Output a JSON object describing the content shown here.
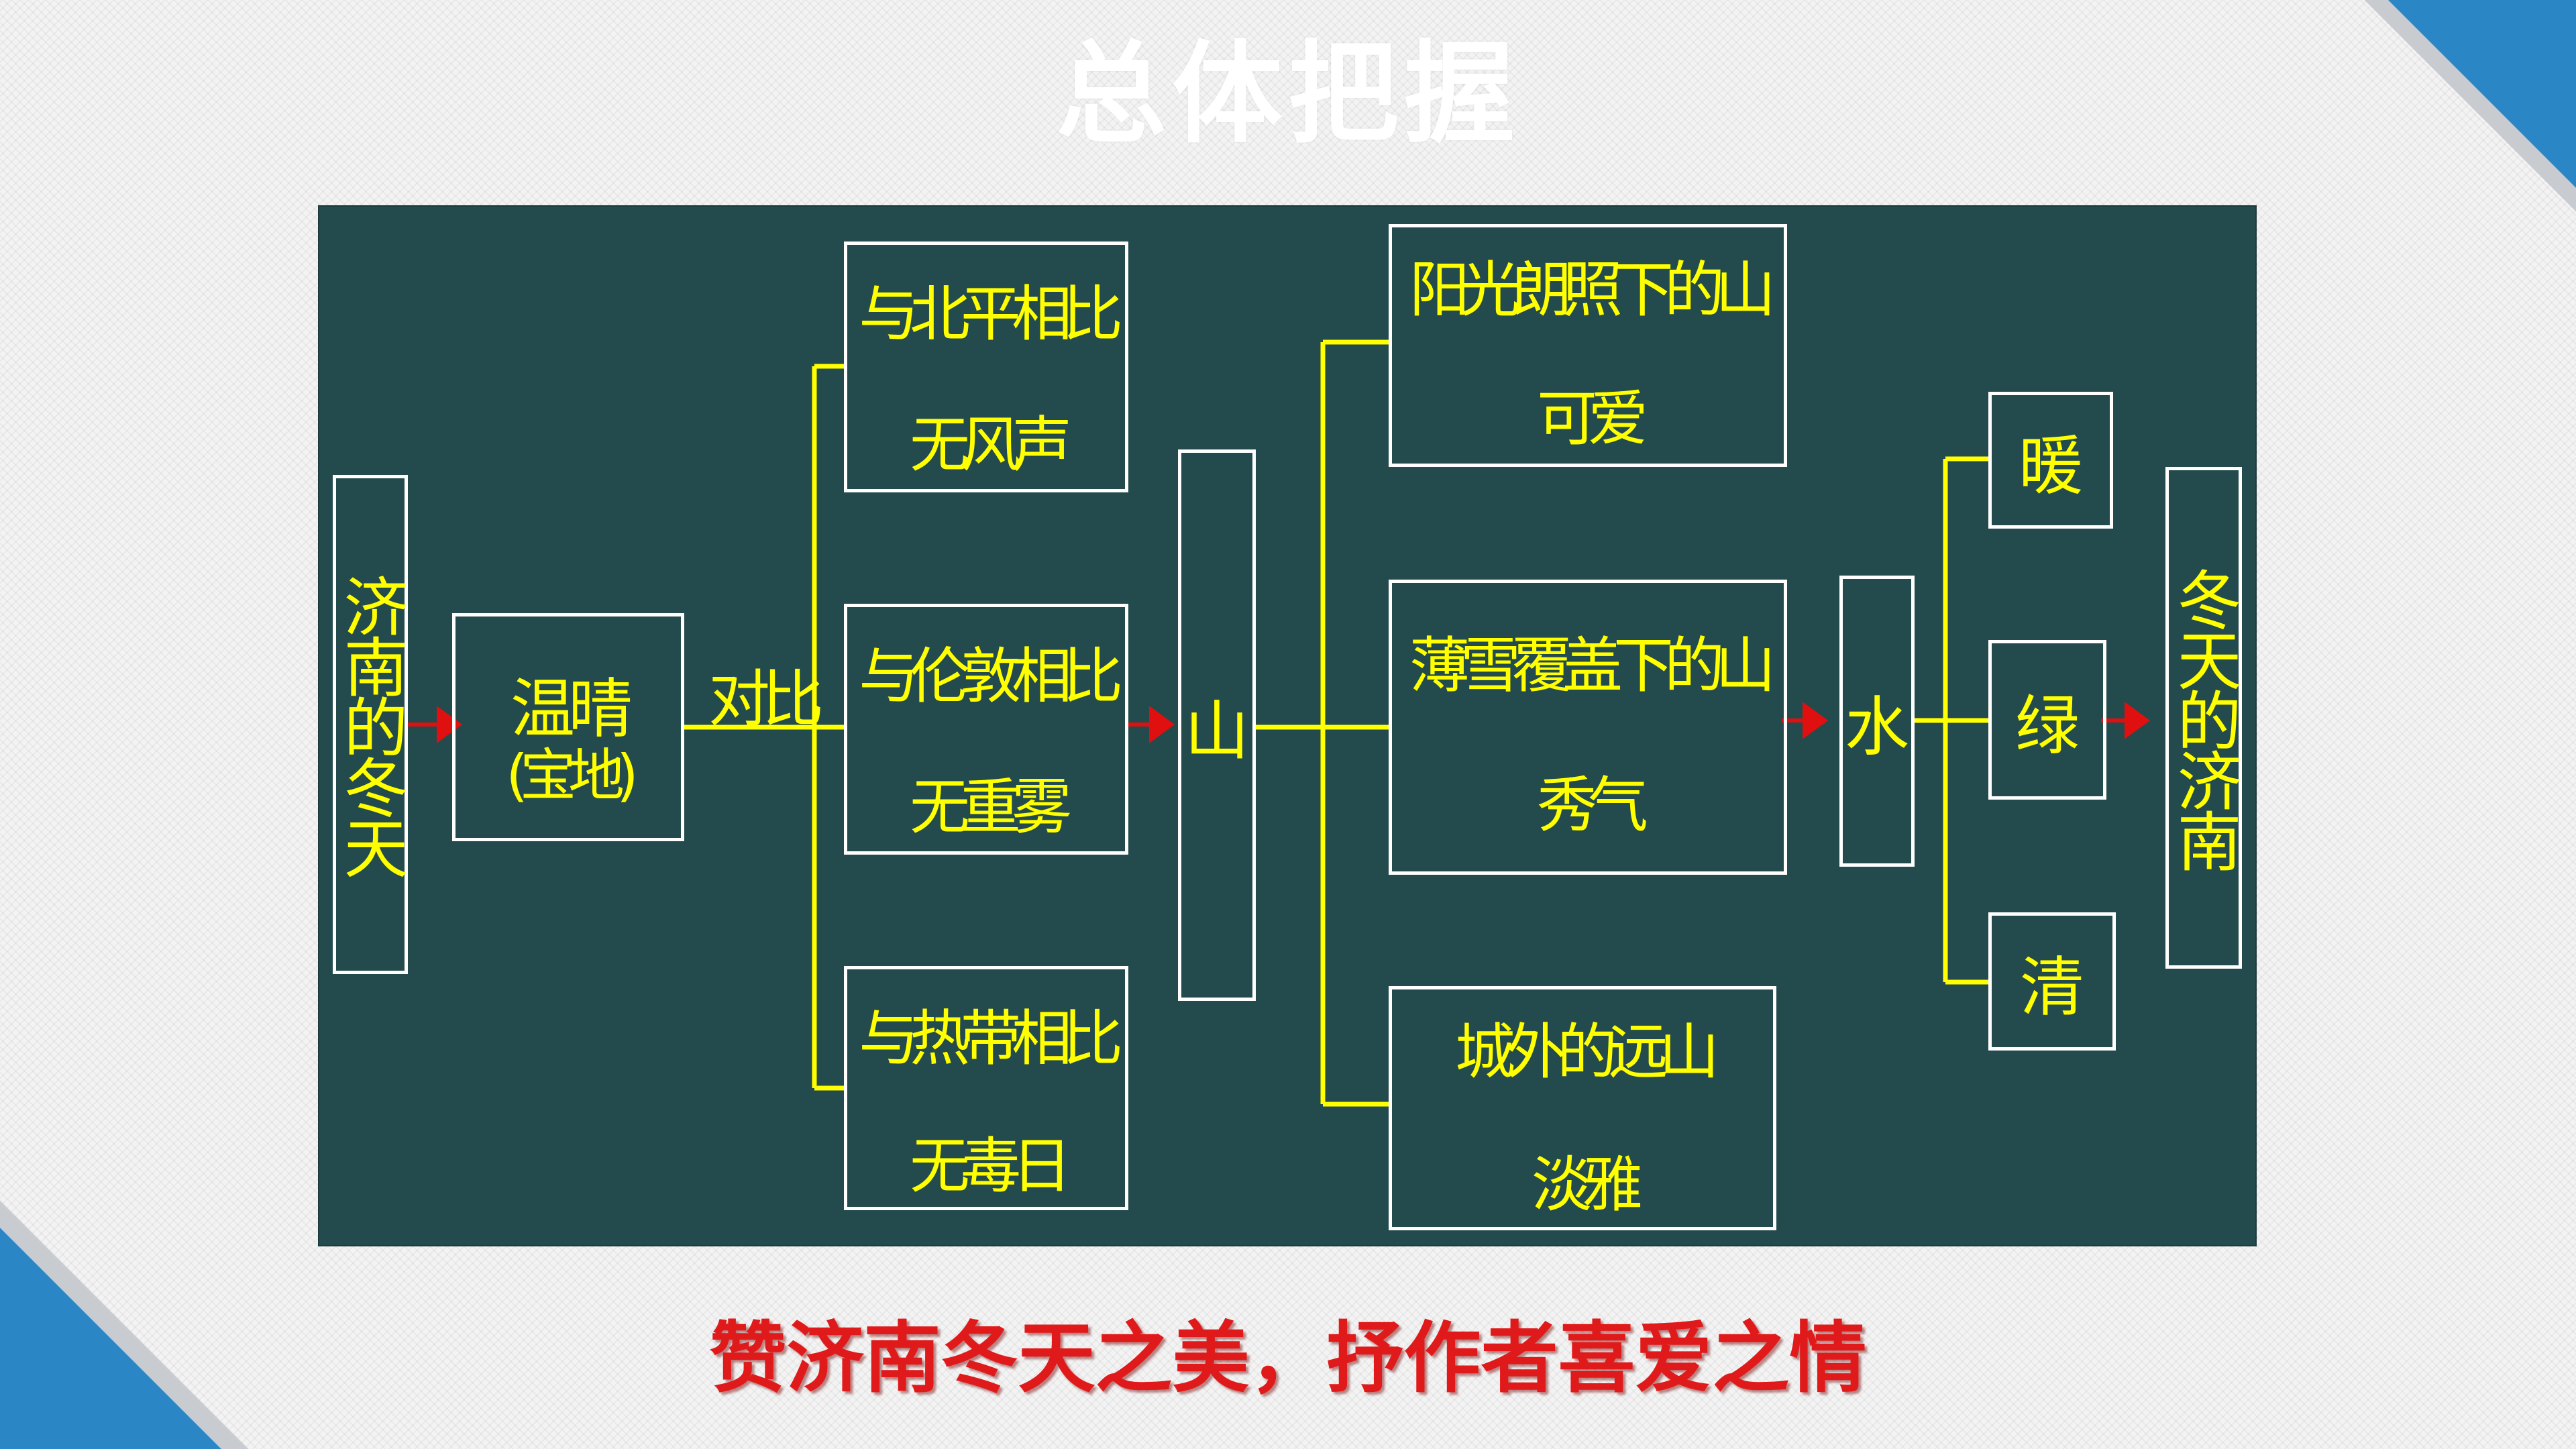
{
  "title": "总体把握",
  "colors": {
    "board": "#234a4d",
    "connector": "#ffff00",
    "arrow": "#e01010",
    "label_text": "#ffff00",
    "box_border": "#ffffff",
    "corner_blue": "#2a86c5",
    "conclusion_text": "#e01a1a"
  },
  "diagram": {
    "start": "济南的冬天",
    "feature_line1": "温晴",
    "feature_line2": "(宝地)",
    "contrast_label": "对比",
    "comparisons": [
      {
        "compare": "与北平相比",
        "result": "无风声"
      },
      {
        "compare": "与伦敦相比",
        "result": "无重雾"
      },
      {
        "compare": "与热带相比",
        "result": "无毒日"
      }
    ],
    "mountain": "山",
    "mountain_scenes": [
      {
        "scene": "阳光朗照下的山",
        "quality": "可爱"
      },
      {
        "scene": "薄雪覆盖下的山",
        "quality": "秀气"
      },
      {
        "scene": "城外的远山",
        "quality": "淡雅"
      }
    ],
    "water": "水",
    "water_traits": [
      "暖",
      "绿",
      "清"
    ],
    "end": "冬天的济南"
  },
  "conclusion": "赞济南冬天之美，抒作者喜爱之情"
}
